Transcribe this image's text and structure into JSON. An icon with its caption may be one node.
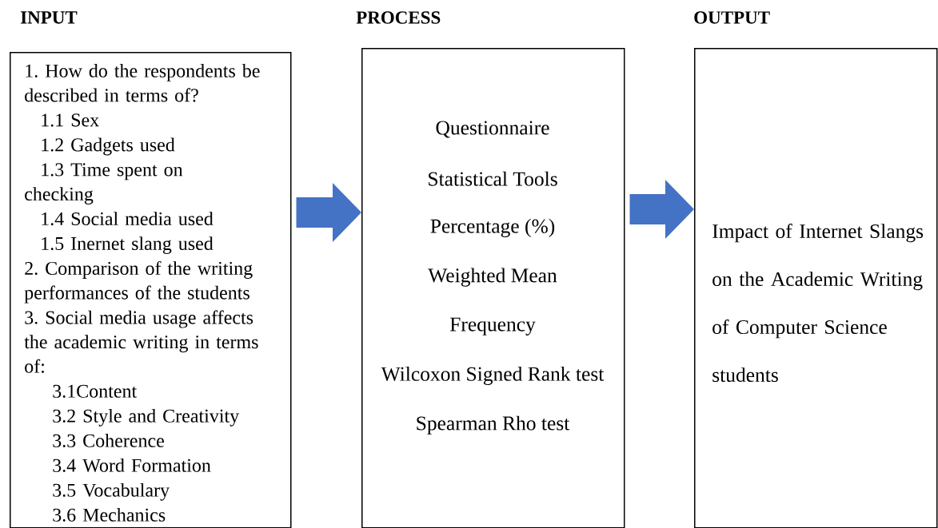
{
  "diagram": {
    "nodes": [
      {
        "text": [
          "INPUT",
          "1. How do the respondents be described in terms of?",
          "1.1 Sex",
          "1.2 Gadgets used",
          "1.3 Time spent on checking",
          "1.4 Social media used",
          "1.5 Inernet slang used",
          "2. Comparison of the writing performances of the students",
          "3. Social media usage affects the academic writing in terms of:",
          "3.1Content",
          "3.2 Style and Creativity",
          "3.3 Coherence",
          "3.4 Word Formation",
          "3.5 Vocabulary",
          "3.6 Mechanics"
        ]
      },
      {
        "text": [
          "PROCESS",
          "Questionnaire",
          "Statistical Tools",
          "Percentage (%)",
          "Weighted Mean",
          "Frequency",
          "Wilcoxon Signed Rank test",
          "Spearman Rho test"
        ]
      },
      {
        "text": [
          "OUTPUT",
          "Impact of Internet Slangs on the Academic Writing of Computer Science students"
        ]
      }
    ],
    "edges": [
      {
        "from": 0,
        "to": 1,
        "arrow": "to"
      },
      {
        "from": 1,
        "to": 2,
        "arrow": "to"
      }
    ]
  }
}
